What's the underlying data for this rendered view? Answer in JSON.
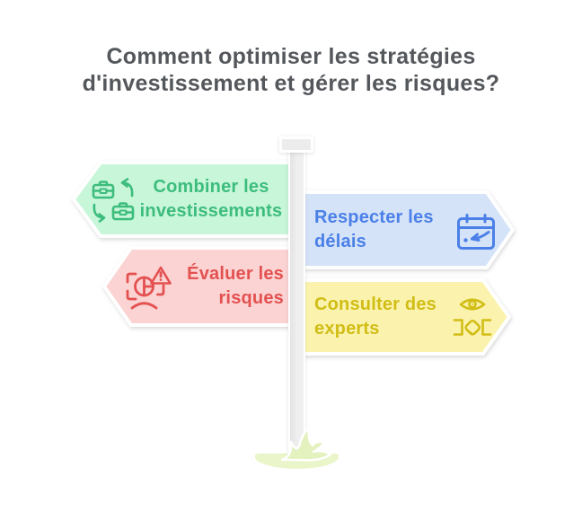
{
  "title": {
    "line1": "Comment optimiser les stratégies",
    "line2": "d'investissement et gérer les risques?",
    "color": "#54575b"
  },
  "signs": [
    {
      "name": "combiner-les-investissements",
      "line1": "Combiner les",
      "line2": "investissements",
      "direction": "left",
      "bg_color": "#c8f6d9",
      "text_color": "#3dbd7d",
      "icon": "briefcase-swap-icon"
    },
    {
      "name": "respecter-les-delais",
      "line1": "Respecter les",
      "line2": "délais",
      "direction": "right",
      "bg_color": "#d5e3f8",
      "text_color": "#4b80e8",
      "icon": "calendar-deadline-icon"
    },
    {
      "name": "evaluer-les-risques",
      "line1": "Évaluer les",
      "line2": "risques",
      "direction": "left",
      "bg_color": "#fbd3d3",
      "text_color": "#e35150",
      "icon": "risk-warning-icon"
    },
    {
      "name": "consulter-des-experts",
      "line1": "Consulter des",
      "line2": "experts",
      "direction": "right",
      "bg_color": "#fbf3ad",
      "text_color": "#d1bd16",
      "icon": "expert-handshake-icon"
    }
  ],
  "signpost": {
    "pole_color": "#ececec",
    "border_color": "#ffffff",
    "grass_mound_color": "#eaf5c9",
    "grass_tuft_color": "#e3f2bf"
  }
}
